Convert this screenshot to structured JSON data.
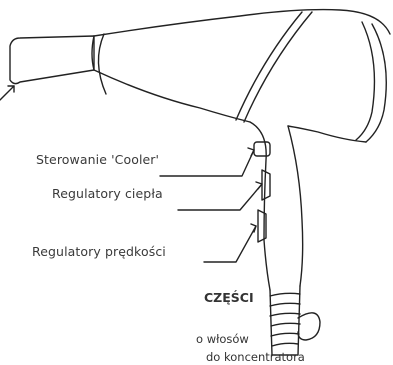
{
  "diagram": {
    "labels": {
      "cooler": "Sterowanie 'Cooler'",
      "heat": "Regulatory ciepła",
      "speed": "Regulatory prędkości"
    },
    "section_title": "CZĘŚCI",
    "partial_lines": [
      "o włosów",
      "do koncentratora"
    ]
  }
}
